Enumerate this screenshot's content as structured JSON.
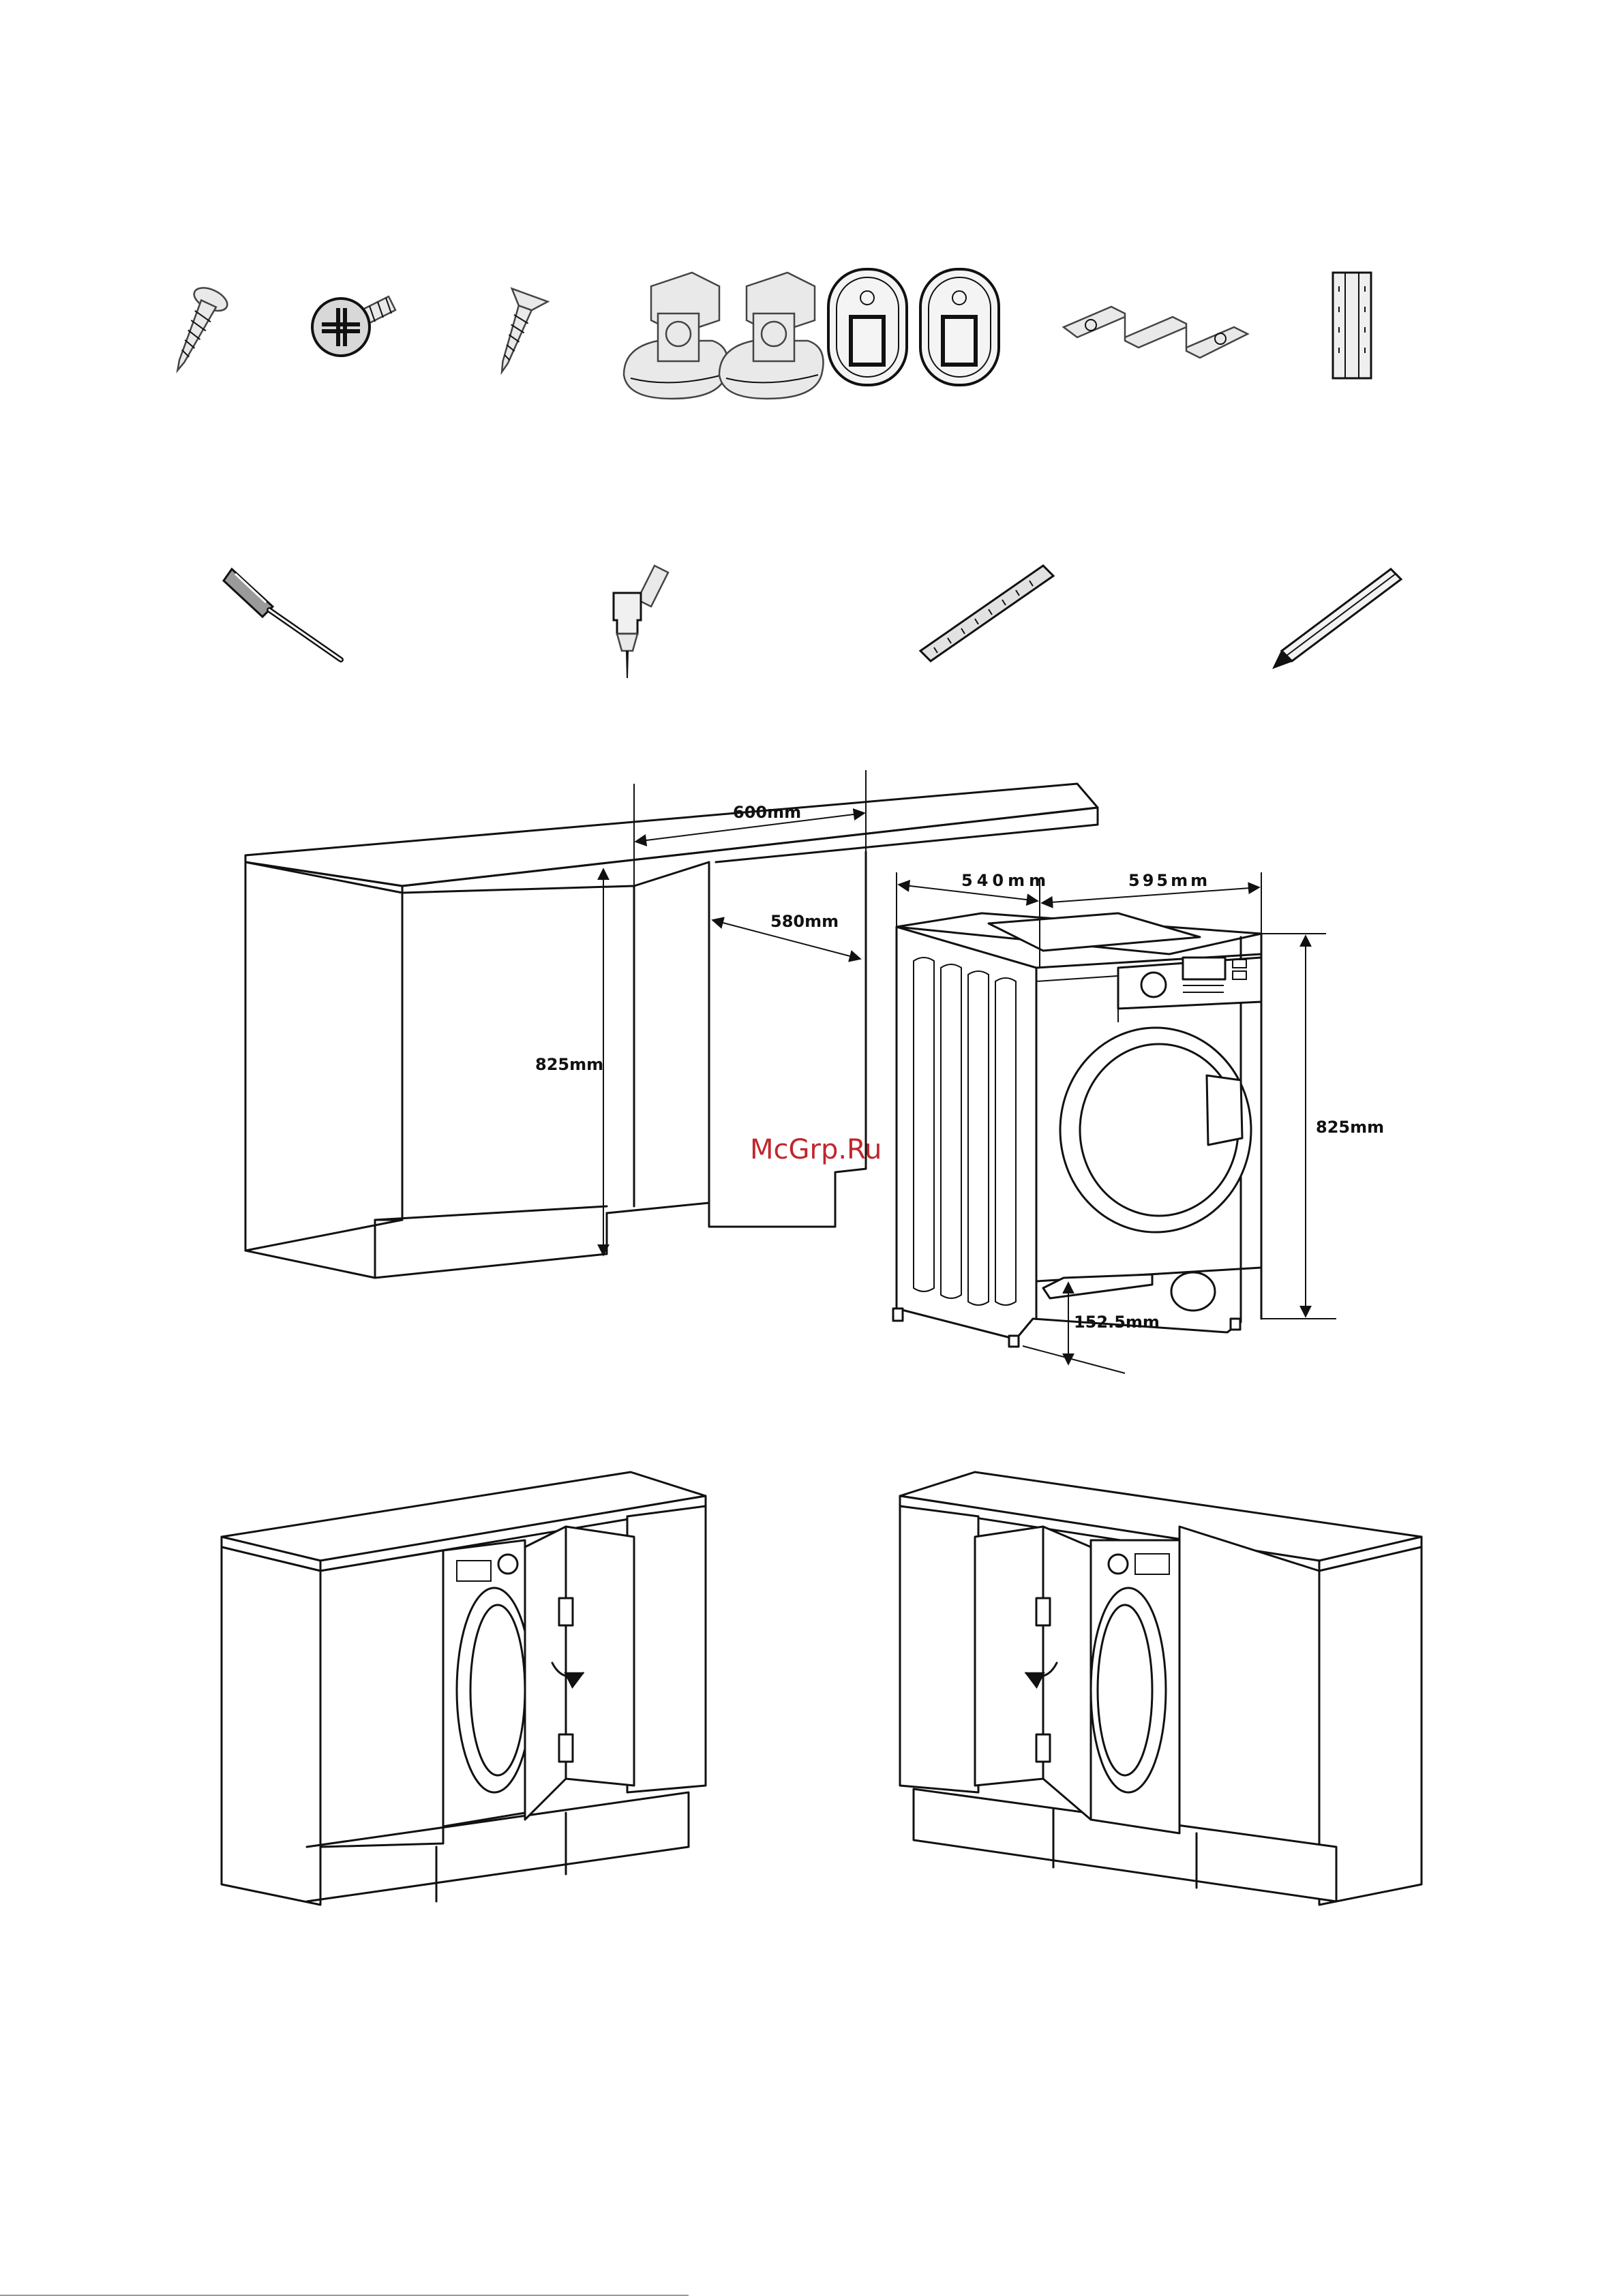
{
  "dimensions": {
    "cabinet_width": "600mm",
    "cabinet_depth": "580mm",
    "cabinet_height": "825mm",
    "machine_depth": "540mm",
    "machine_width": "595mm",
    "machine_height": "825mm",
    "door_height": "152.5mm"
  },
  "watermark": {
    "text": "McGrp.Ru",
    "color": "#c0262d"
  },
  "icons": [
    "self-tapping-screw-icon",
    "pan-head-screw-icon",
    "countersunk-screw-icon",
    "hinge-pair-icon",
    "magnet-catch-pair-icon",
    "mounting-bracket-icon",
    "hinge-strip-icon",
    "screwdriver-icon",
    "drill-icon",
    "ruler-icon",
    "pencil-icon"
  ]
}
